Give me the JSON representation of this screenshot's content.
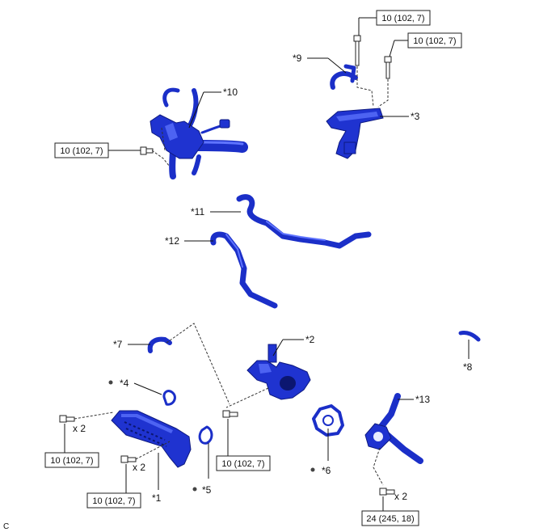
{
  "torque_labels": {
    "t1": "10 (102, 7)",
    "t2": "10 (102, 7)",
    "t3": "10 (102, 7)",
    "t4": "10 (102, 7)",
    "t5": "10 (102, 7)",
    "t6": "10 (102, 7)",
    "t7": "24 (245, 18)"
  },
  "callouts": {
    "c1": "*1",
    "c2": "*2",
    "c3": "*3",
    "c4": "*4",
    "c5": "*5",
    "c6": "*6",
    "c7": "*7",
    "c8": "*8",
    "c9": "*9",
    "c10": "*10",
    "c11": "*11",
    "c12": "*12",
    "c13": "*13"
  },
  "quantities": {
    "q1": "x 2",
    "q2": "x 2",
    "q3": "x 2"
  },
  "footer_code": "C"
}
